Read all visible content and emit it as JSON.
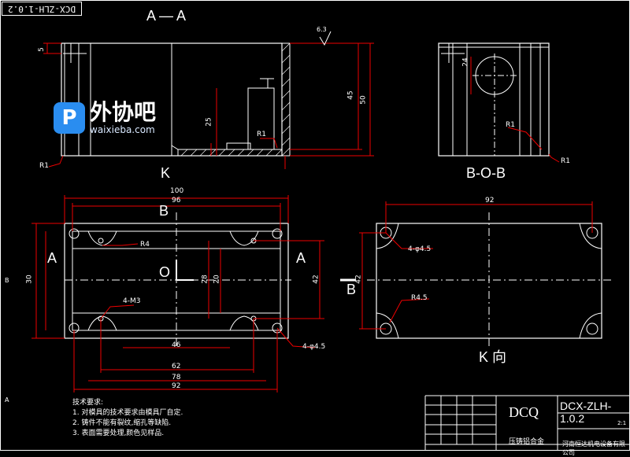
{
  "stamp_text": "DCX-ZLH-1.0.2",
  "logo": {
    "mark": "P",
    "cn": "外协吧",
    "url": "waixieba.com"
  },
  "views": {
    "section_aa": "A — A",
    "section_bob": "B-O-B",
    "k_view": "K 向",
    "label_k": "K",
    "label_b": "B",
    "label_a": "A",
    "label_o": "O"
  },
  "dimensions": {
    "d100": "100",
    "d96": "96",
    "d92": "92",
    "d46": "46",
    "d62": "62",
    "d78": "78",
    "d42": "42",
    "d50": "50",
    "d45": "45",
    "d25": "25",
    "d5": "5",
    "d24": "24",
    "d28": "28",
    "d30": "30",
    "d20": "20",
    "r1": "R1",
    "r4": "R4",
    "r45": "R4.5",
    "holes": "4-φ4.5",
    "m3": "4-M3",
    "rough": "6.3"
  },
  "notes": {
    "title": "技术要求:",
    "items": [
      "1. 对模具的技术要求由模具厂自定.",
      "2. 铸件不能有裂纹,缩孔等缺陷.",
      "3. 表面需要处理,颜色见样品."
    ]
  },
  "title_block": {
    "drawing_code": "DCX-ZLH-1.0.2",
    "part_name": "DCQ",
    "material": "压铸铝合金",
    "company": "河南恒达机电设备有限公司",
    "scale": "2:1"
  },
  "border_letters": {
    "left_b": "B",
    "left_a": "A"
  }
}
